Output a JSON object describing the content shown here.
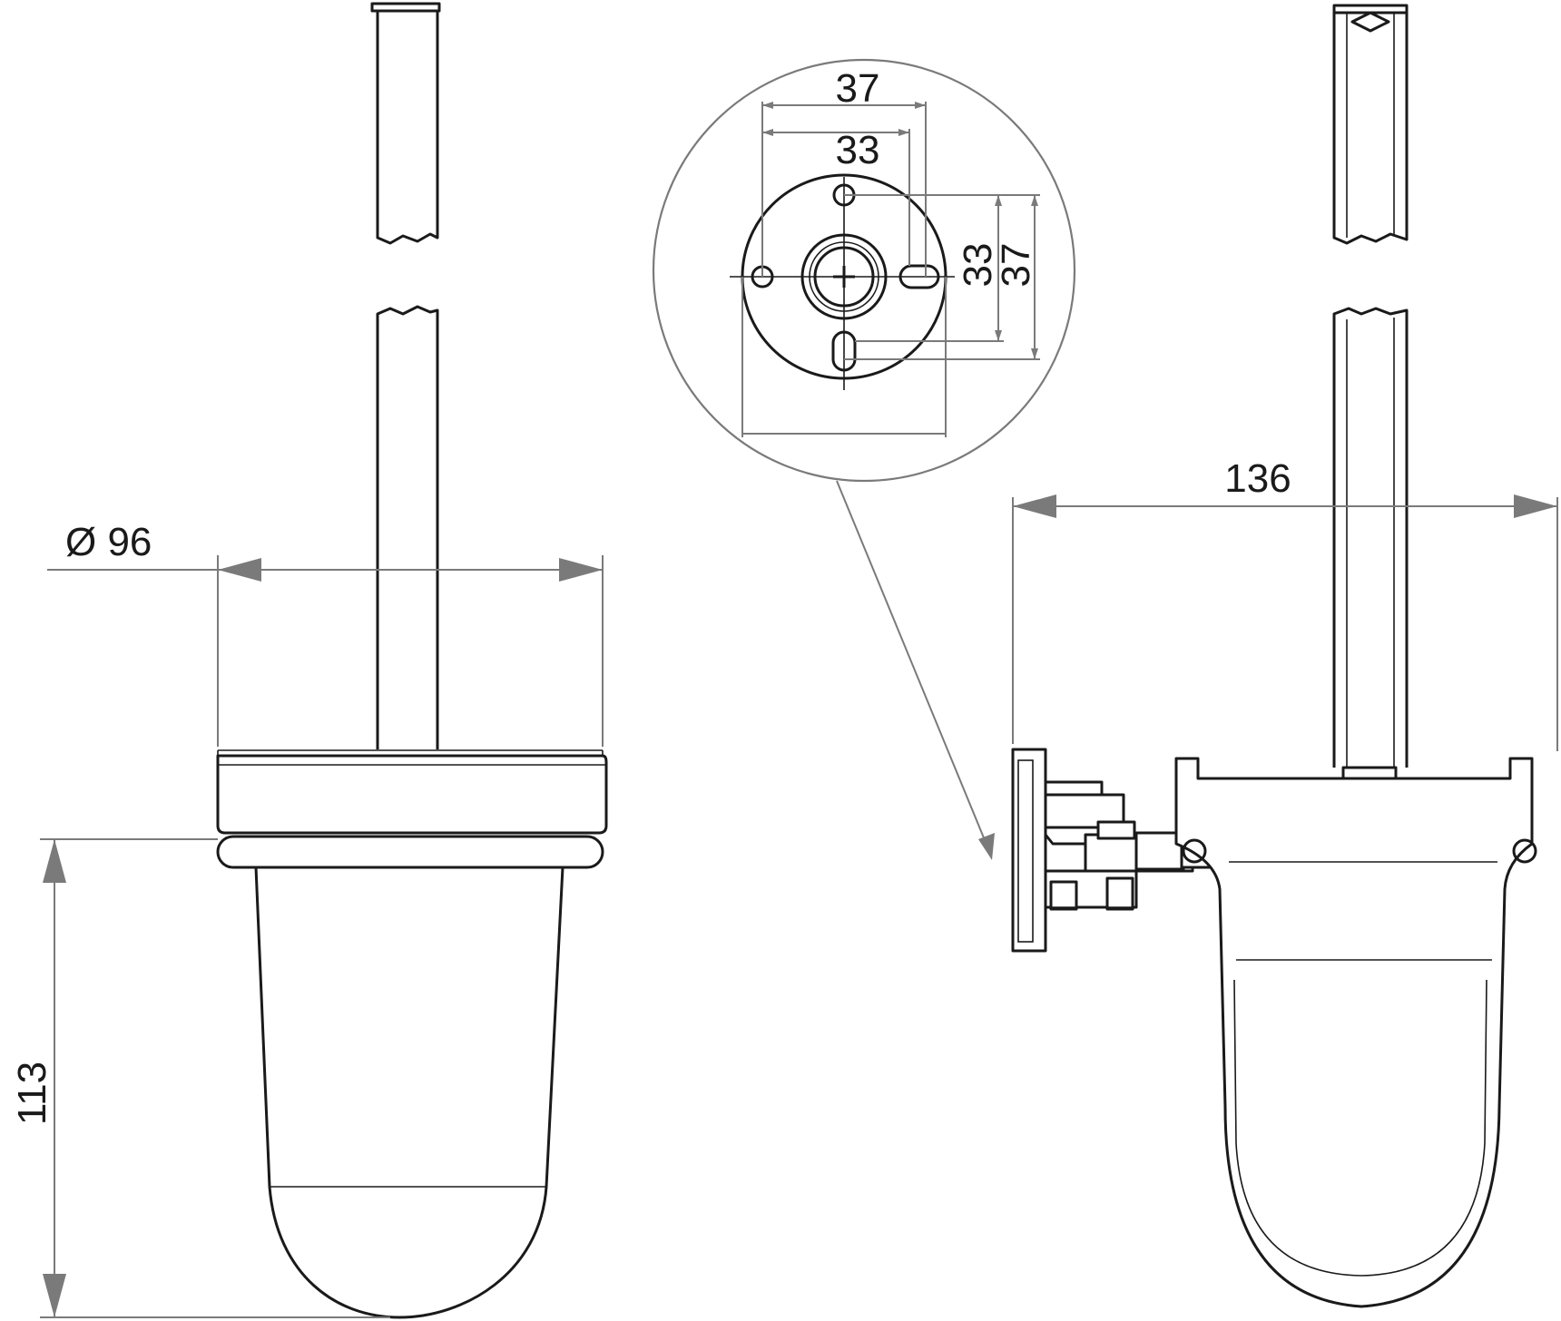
{
  "drawing": {
    "dimensions": {
      "diameter": "Ø 96",
      "height": "113",
      "width": "136",
      "detail_outer_h": "37",
      "detail_inner_h": "33",
      "detail_inner_v": "33",
      "detail_outer_v": "37"
    },
    "colors": {
      "line": "#1a1a1a",
      "dimension": "#7a7a7a",
      "background": "#ffffff"
    }
  }
}
